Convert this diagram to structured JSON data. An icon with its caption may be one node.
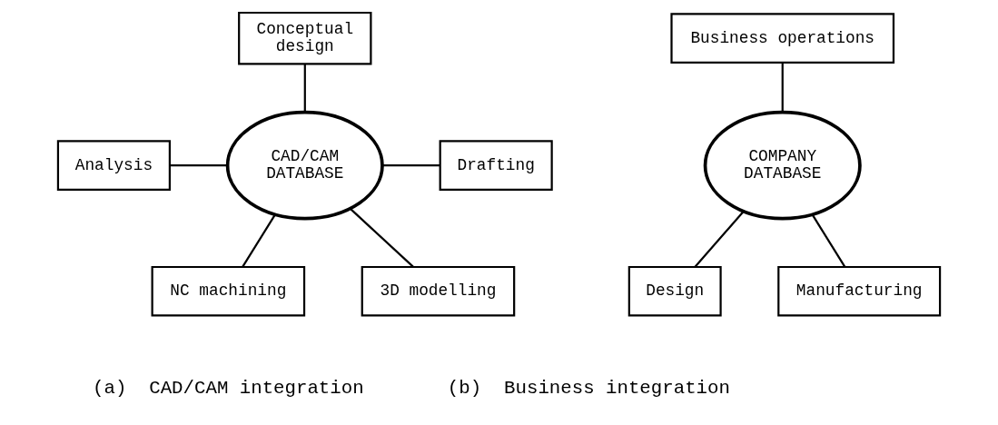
{
  "diagram": {
    "nodes": [
      {
        "text": [
          "Conceptual design"
        ]
      },
      {
        "text": [
          "Analysis"
        ]
      },
      {
        "text": [
          "CAD/CAM DATABASE"
        ]
      },
      {
        "text": [
          "Drafting"
        ]
      },
      {
        "text": [
          "NC machining"
        ]
      },
      {
        "text": [
          "3D modelling"
        ]
      },
      {
        "text": [
          "Business operations"
        ]
      },
      {
        "text": [
          "COMPANY DATABASE"
        ]
      },
      {
        "text": [
          "Design"
        ]
      },
      {
        "text": [
          "Manufacturing"
        ]
      }
    ],
    "edges": [
      {
        "from": 0,
        "to": 2,
        "arrow": "none"
      },
      {
        "from": 1,
        "to": 2,
        "arrow": "none"
      },
      {
        "from": 2,
        "to": 3,
        "arrow": "none"
      },
      {
        "from": 2,
        "to": 4,
        "arrow": "none"
      },
      {
        "from": 2,
        "to": 5,
        "arrow": "none"
      },
      {
        "from": 6,
        "to": 7,
        "arrow": "none"
      },
      {
        "from": 7,
        "to": 8,
        "arrow": "none"
      },
      {
        "from": 7,
        "to": 9,
        "arrow": "none"
      }
    ],
    "labels": [
      "(a)  CAD/CAM integration",
      "(b)  Business integration"
    ]
  }
}
